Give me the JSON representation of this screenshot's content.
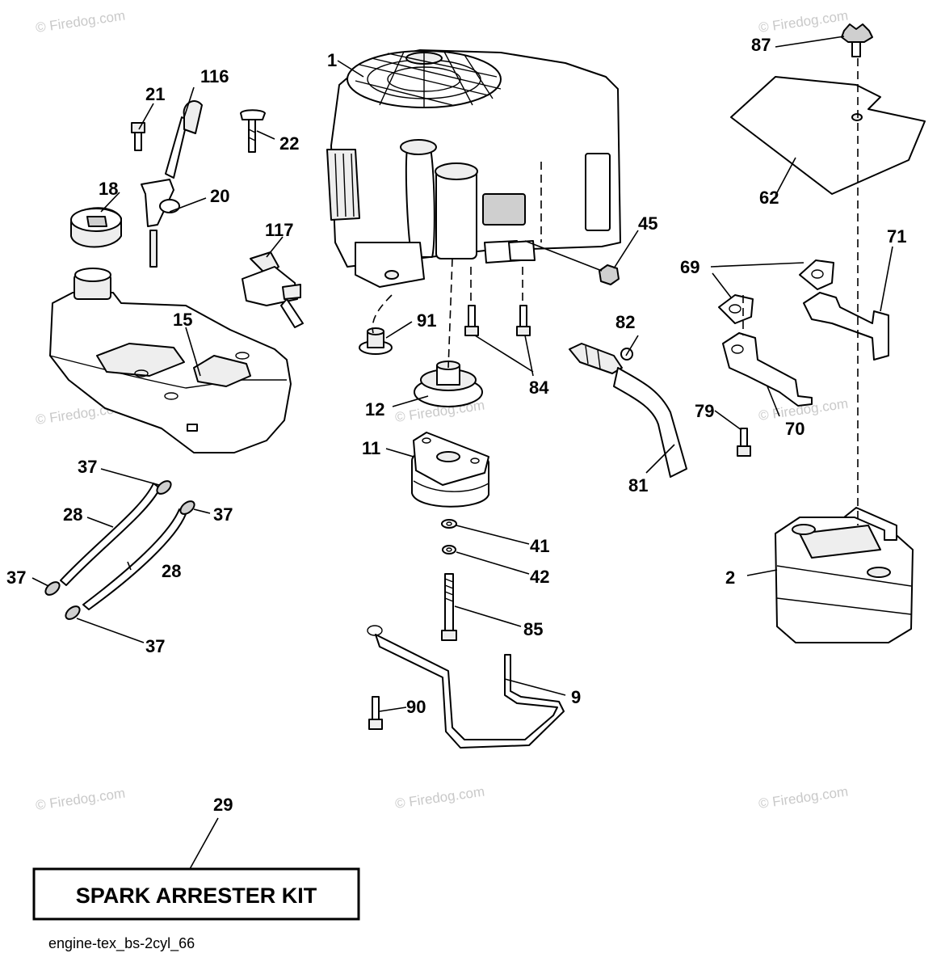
{
  "watermark": "© Firedog.com",
  "callouts": {
    "c1": "1",
    "c2": "2",
    "c9": "9",
    "c11": "11",
    "c12": "12",
    "c15": "15",
    "c18": "18",
    "c20": "20",
    "c21": "21",
    "c22": "22",
    "c28a": "28",
    "c28b": "28",
    "c29": "29",
    "c37a": "37",
    "c37b": "37",
    "c37c": "37",
    "c37d": "37",
    "c41": "41",
    "c42": "42",
    "c45": "45",
    "c62": "62",
    "c69": "69",
    "c70": "70",
    "c71": "71",
    "c79": "79",
    "c81": "81",
    "c82": "82",
    "c84": "84",
    "c85": "85",
    "c87": "87",
    "c90": "90",
    "c91": "91",
    "c116": "116",
    "c117": "117"
  },
  "kit_label": "SPARK ARRESTER KIT",
  "diagram_code": "engine-tex_bs-2cyl_66"
}
